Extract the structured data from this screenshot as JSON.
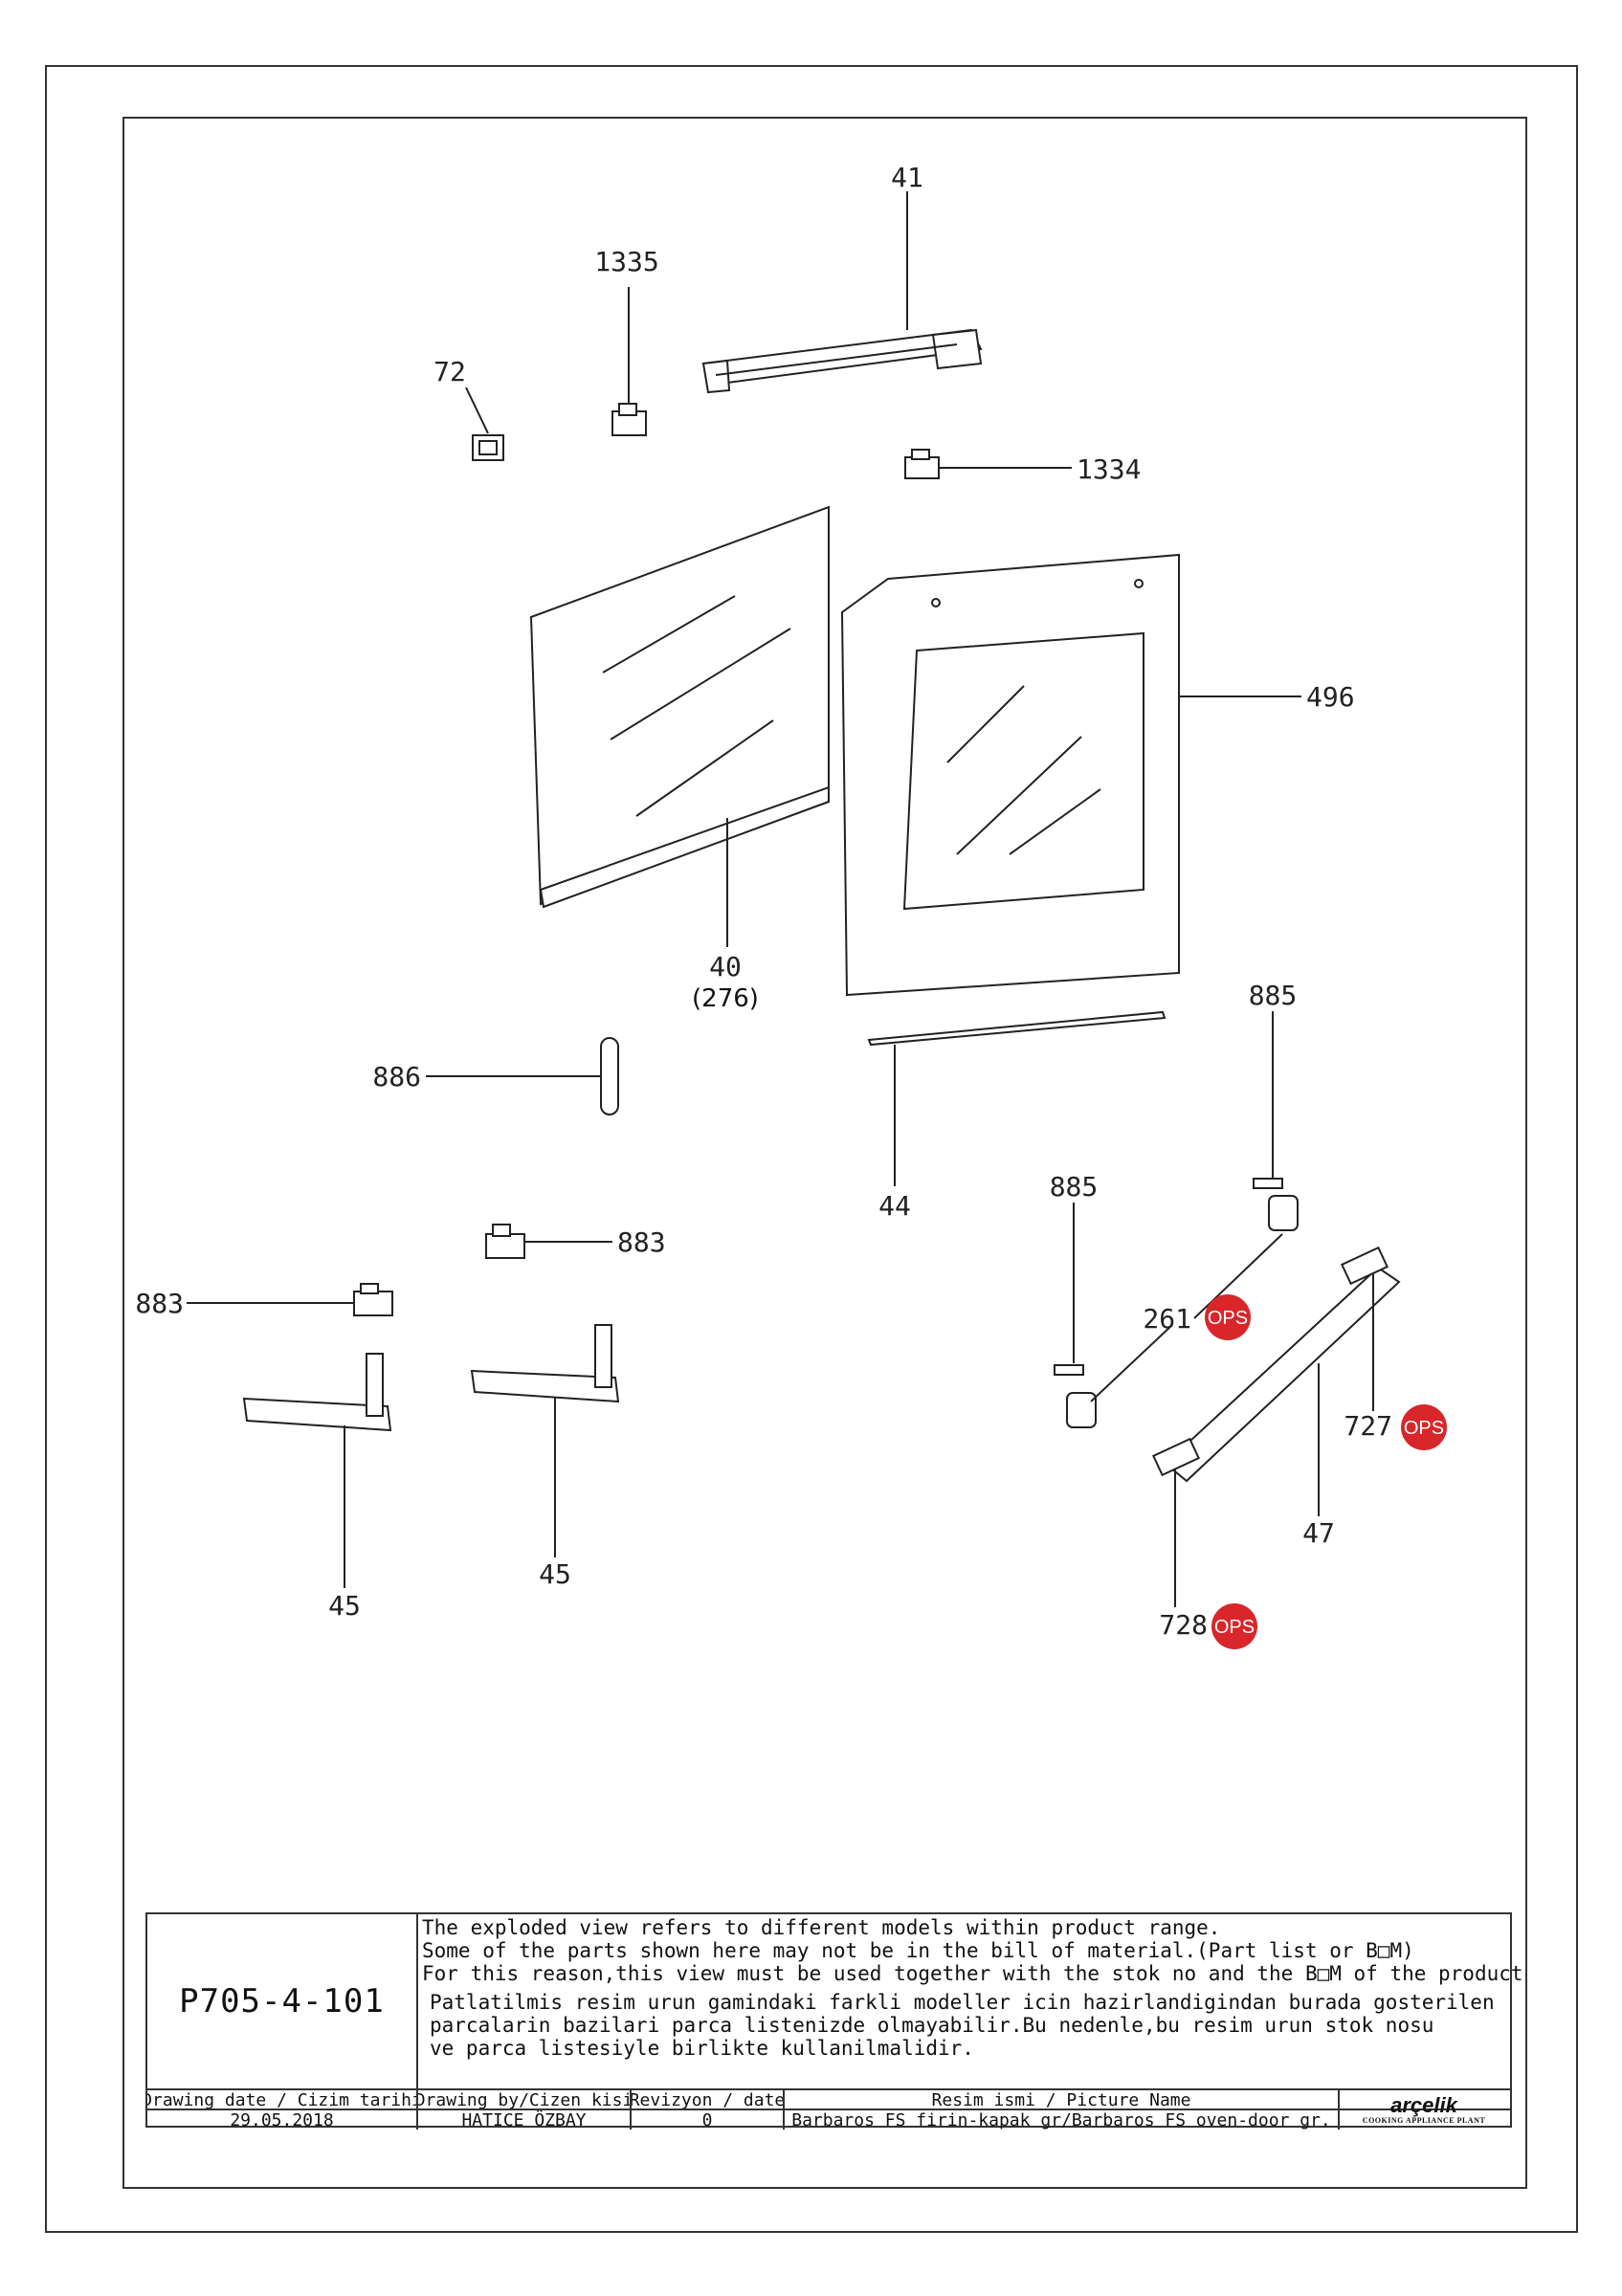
{
  "labels": {
    "p41": "41",
    "p1335": "1335",
    "p72": "72",
    "p1334": "1334",
    "p496": "496",
    "p40": "40",
    "p276": "(276)",
    "p886": "886",
    "p885a": "885",
    "p885b": "885",
    "p44": "44",
    "p883a": "883",
    "p883b": "883",
    "p261": "261",
    "p727": "727",
    "p47": "47",
    "p45a": "45",
    "p45b": "45",
    "p728": "728"
  },
  "ops": {
    "label": "OPS",
    "color": "#d8262b"
  },
  "title_block": {
    "code": "P705-4-101",
    "notes_en": [
      "The exploded view refers to different models within product range.",
      "Some of the parts shown here may not be in the bill of material.(Part list or B□M)",
      "For this reason,this view must be used together with the stok no and the B□M of the product"
    ],
    "notes_tr": [
      "Patlatilmis resim urun gamindaki farkli modeller icin hazirlandigindan burada gosterilen",
      "parcalarin bazilari parca listenizde olmayabilir.Bu nedenle,bu resim urun stok nosu",
      "ve parca listesiyle birlikte kullanilmalidir."
    ],
    "headers": {
      "date": "Drawing date / Cizim tarihi",
      "drawn_by": "Drawing by/Cizen kisi",
      "revision": "Revizyon / date",
      "picture_name": "Resim ismi / Picture Name"
    },
    "values": {
      "date": "29.05.2018",
      "drawn_by": "HATICE ÖZBAY",
      "revision": "0",
      "picture_name": "Barbaros FS firin-kapak gr/Barbaros FS oven-door gr."
    },
    "logo": {
      "brand": "arçelik",
      "sub": "COOKING APPLIANCE PLANT"
    }
  }
}
